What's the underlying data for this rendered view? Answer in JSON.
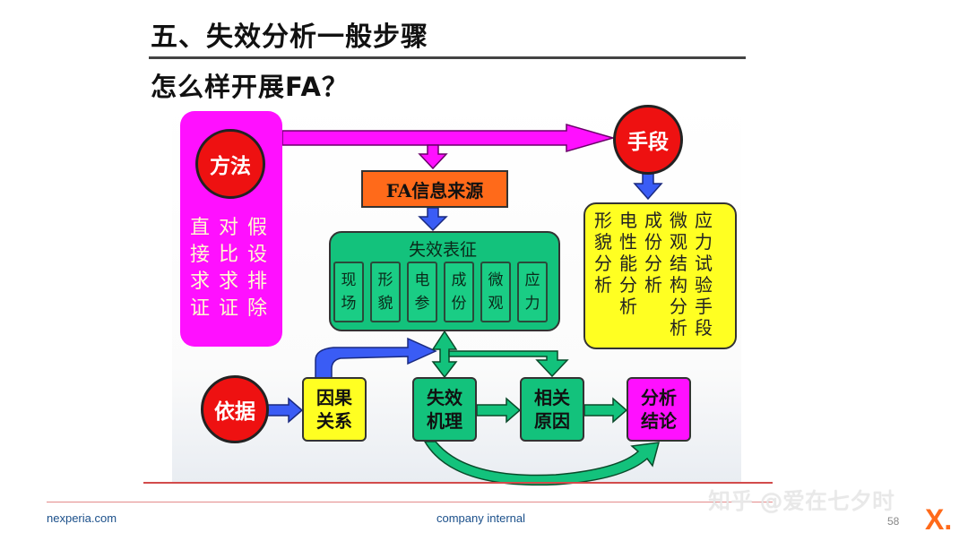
{
  "slide": {
    "title": "五、失效分析一般步骤",
    "subtitle": "怎么样开展FA？"
  },
  "diagram": {
    "method_label": "方法",
    "method_columns": [
      [
        "直",
        "接",
        "求",
        "证"
      ],
      [
        "对",
        "比",
        "求",
        "证"
      ],
      [
        "假",
        "设",
        "排",
        "除"
      ]
    ],
    "means_label": "手段",
    "fa_source": "FA信息来源",
    "symptom_title": "失效表征",
    "symptom_items": [
      [
        "现",
        "场"
      ],
      [
        "形",
        "貌"
      ],
      [
        "电",
        "参"
      ],
      [
        "成",
        "份"
      ],
      [
        "微",
        "观"
      ],
      [
        "应",
        "力"
      ]
    ],
    "means_columns": [
      [
        "形",
        "貌",
        "分",
        "析"
      ],
      [
        "电",
        "性",
        "能",
        "分",
        "析"
      ],
      [
        "成",
        "份",
        "分",
        "析"
      ],
      [
        "微",
        "观",
        "结",
        "构",
        "分",
        "析"
      ],
      [
        "应",
        "力",
        "试",
        "验",
        "手",
        "段"
      ]
    ],
    "basis_label": "依据",
    "cause_relation": [
      "因果",
      "关系"
    ],
    "failure_mechanism": [
      "失效",
      "机理"
    ],
    "related_cause": [
      "相关",
      "原因"
    ],
    "analysis_conclusion": [
      "分析",
      "结论"
    ],
    "colors": {
      "magenta": "#ff10ff",
      "red": "#ee1111",
      "orange": "#ff6a1a",
      "green": "#13c27c",
      "yellow": "#ffff22",
      "blue": "#3a5cf5"
    }
  },
  "footer": {
    "left": "nexperia.com",
    "center": "company internal",
    "watermark": "知乎 @爱在七夕时",
    "page": "58",
    "logo": "X."
  }
}
